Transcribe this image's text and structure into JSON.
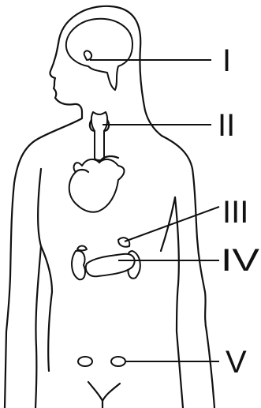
{
  "labels": [
    {
      "id": "brain-gland",
      "text": "I"
    },
    {
      "id": "thyroid-gland",
      "text": "II"
    },
    {
      "id": "adrenal-gland",
      "text": "III"
    },
    {
      "id": "pancreas",
      "text": "IV"
    },
    {
      "id": "ovaries",
      "text": "V"
    }
  ],
  "colors": {
    "ink": "#111111",
    "background": "#ffffff"
  }
}
